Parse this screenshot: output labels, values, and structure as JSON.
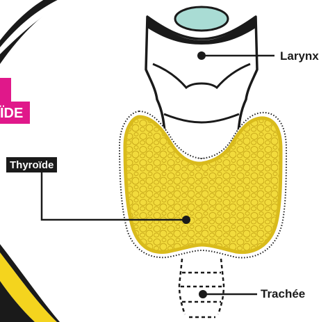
{
  "labels": {
    "title_fragment": "ÏDE",
    "thyroid": "Thyroïde",
    "larynx": "Larynx",
    "trachea": "Trachée"
  },
  "colors": {
    "thyroid_fill": "#f2db3c",
    "thyroid_outline": "#e0c11f",
    "accent_pink": "#e0188a",
    "banner_yellow": "#f4d41e",
    "cartilage_blue": "#a9dcd4",
    "ink": "#1a1a1a"
  }
}
